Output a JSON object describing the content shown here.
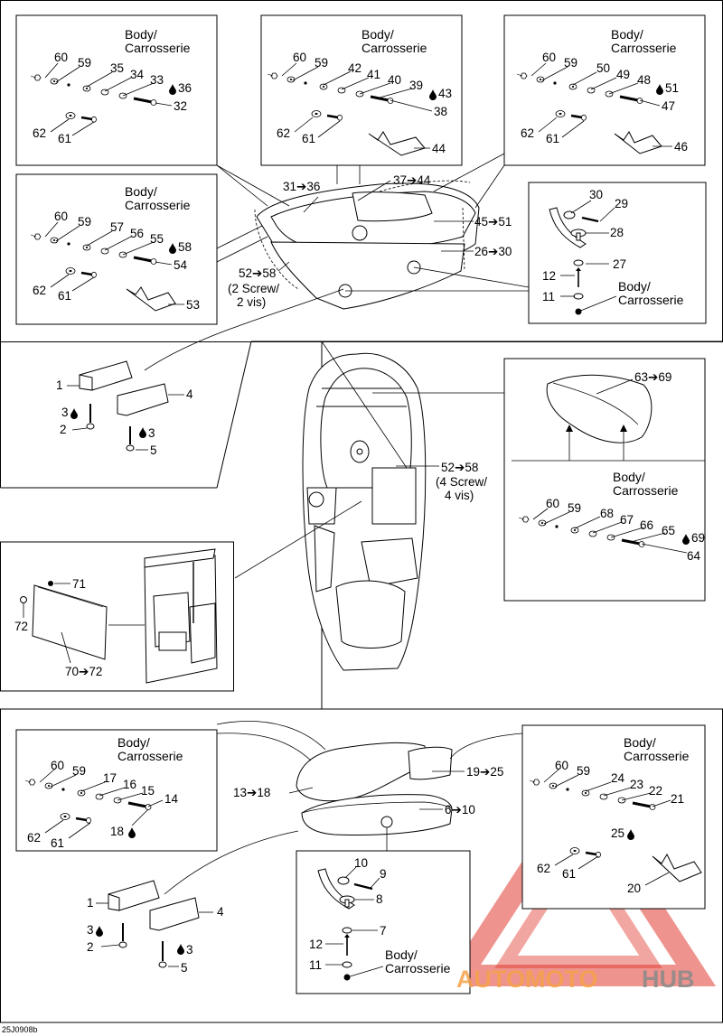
{
  "diagram_code": "25J0908b",
  "watermark": {
    "brand_a": "AUTOMOTO",
    "brand_b": "HUB",
    "color_red": "#e03a2f",
    "color_orange": "#f5a14a",
    "color_gray": "#8a8a8a"
  },
  "body_label": {
    "line1": "Body/",
    "line2": "Carrosserie"
  },
  "screw_note_2": {
    "range": "52➔58",
    "line1": "(2 Screw/",
    "line2": "2 vis)"
  },
  "screw_note_4": {
    "range": "52➔58",
    "line1": "(4 Screw/",
    "line2": "4 vis)"
  },
  "callouts": {
    "r31_36": "31➔36",
    "r37_44": "37➔44",
    "r45_51": "45➔51",
    "r26_30": "26➔30",
    "r63_69": "63➔69",
    "r70_72": "70➔72",
    "r13_18": "13➔18",
    "r19_25": "19➔25",
    "r6_10": "6➔10"
  },
  "box_a": {
    "n60": "60",
    "n59": "59",
    "n35": "35",
    "n34": "34",
    "n33": "33",
    "n36": "36",
    "n32": "32",
    "n62": "62",
    "n61": "61"
  },
  "box_b": {
    "n60": "60",
    "n59": "59",
    "n42": "42",
    "n41": "41",
    "n40": "40",
    "n39": "39",
    "n43": "43",
    "n38": "38",
    "n62": "62",
    "n61": "61",
    "n44": "44"
  },
  "box_c": {
    "n60": "60",
    "n59": "59",
    "n50": "50",
    "n49": "49",
    "n48": "48",
    "n51": "51",
    "n47": "47",
    "n62": "62",
    "n61": "61",
    "n46": "46"
  },
  "box_d": {
    "n60": "60",
    "n59": "59",
    "n57": "57",
    "n56": "56",
    "n55": "55",
    "n58": "58",
    "n54": "54",
    "n62": "62",
    "n61": "61",
    "n53": "53"
  },
  "box_e": {
    "n30": "30",
    "n29": "29",
    "n28": "28",
    "n27": "27",
    "n12": "12",
    "n11": "11"
  },
  "bracket_top": {
    "n1": "1",
    "n4": "4",
    "n3a": "3",
    "n2": "2",
    "n3b": "3",
    "n5": "5"
  },
  "box_f": {
    "n60": "60",
    "n59": "59",
    "n68": "68",
    "n67": "67",
    "n66": "66",
    "n65": "65",
    "n69": "69",
    "n64": "64"
  },
  "box_g": {
    "n71": "71",
    "n72": "72"
  },
  "box_h": {
    "n60": "60",
    "n59": "59",
    "n17": "17",
    "n16": "16",
    "n15": "15",
    "n14": "14",
    "n18": "18",
    "n62": "62",
    "n61": "61"
  },
  "box_i": {
    "n60": "60",
    "n59": "59",
    "n24": "24",
    "n23": "23",
    "n22": "22",
    "n21": "21",
    "n25": "25",
    "n62": "62",
    "n61": "61",
    "n20": "20"
  },
  "bracket_bottom": {
    "n1": "1",
    "n4": "4",
    "n3a": "3",
    "n2": "2",
    "n3b": "3",
    "n5": "5"
  },
  "box_j": {
    "n10": "10",
    "n9": "9",
    "n8": "8",
    "n7": "7",
    "n12": "12",
    "n11": "11"
  }
}
